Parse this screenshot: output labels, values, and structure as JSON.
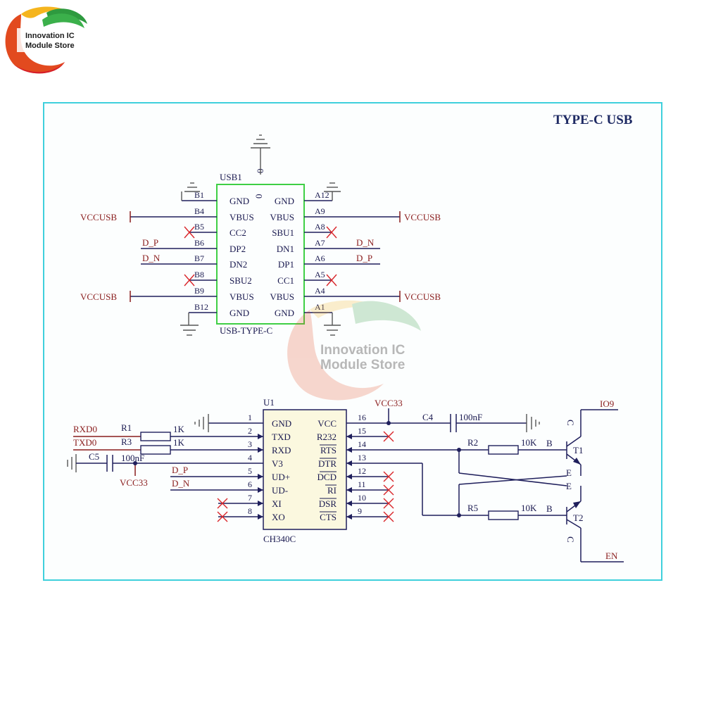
{
  "store": {
    "line1": "Innovation IC",
    "line2": "Module Store"
  },
  "title": "TYPE-C USB",
  "connector": {
    "ref": "USB1",
    "part": "USB-TYPE-C",
    "zero_a": "0",
    "zero_b": "0",
    "left_pins": [
      {
        "pin": "B1",
        "name": "GND"
      },
      {
        "pin": "B4",
        "name": "VBUS"
      },
      {
        "pin": "B5",
        "name": "CC2"
      },
      {
        "pin": "B6",
        "name": "DP2"
      },
      {
        "pin": "B7",
        "name": "DN2"
      },
      {
        "pin": "B8",
        "name": "SBU2"
      },
      {
        "pin": "B9",
        "name": "VBUS"
      },
      {
        "pin": "B12",
        "name": "GND"
      }
    ],
    "right_pins": [
      {
        "pin": "A12",
        "name": "GND"
      },
      {
        "pin": "A9",
        "name": "VBUS"
      },
      {
        "pin": "A8",
        "name": "SBU1"
      },
      {
        "pin": "A7",
        "name": "DN1"
      },
      {
        "pin": "A6",
        "name": "DP1"
      },
      {
        "pin": "A5",
        "name": "CC1"
      },
      {
        "pin": "A4",
        "name": "VBUS"
      },
      {
        "pin": "A1",
        "name": "GND"
      }
    ],
    "net_left_vbus": "VCCUSB",
    "net_right_vbus": "VCCUSB",
    "net_b6": "D_P",
    "net_b7": "D_N",
    "net_a7": "D_N",
    "net_a6": "D_P"
  },
  "ic": {
    "ref": "U1",
    "part": "CH340C",
    "left_pins": [
      {
        "num": "1",
        "name": "GND"
      },
      {
        "num": "2",
        "name": "TXD"
      },
      {
        "num": "3",
        "name": "RXD"
      },
      {
        "num": "4",
        "name": "V3"
      },
      {
        "num": "5",
        "name": "UD+"
      },
      {
        "num": "6",
        "name": "UD-"
      },
      {
        "num": "7",
        "name": "XI"
      },
      {
        "num": "8",
        "name": "XO"
      }
    ],
    "right_pins": [
      {
        "num": "16",
        "name": "VCC"
      },
      {
        "num": "15",
        "name": "R232"
      },
      {
        "num": "14",
        "name": "RTS"
      },
      {
        "num": "13",
        "name": "DTR"
      },
      {
        "num": "12",
        "name": "DCD"
      },
      {
        "num": "11",
        "name": "RI"
      },
      {
        "num": "10",
        "name": "DSR"
      },
      {
        "num": "9",
        "name": "CTS"
      }
    ],
    "overbar_pins": [
      "RTS",
      "DTR",
      "DCD",
      "RI",
      "DSR",
      "CTS"
    ]
  },
  "passives": {
    "r1": {
      "ref": "R1",
      "value": "1K",
      "net": "RXD0"
    },
    "r3": {
      "ref": "R3",
      "value": "1K",
      "net": "TXD0"
    },
    "c5": {
      "ref": "C5",
      "value": "100nF",
      "net": "VCC33"
    },
    "c4": {
      "ref": "C4",
      "value": "100nF"
    },
    "vcc_top": "VCC33",
    "ud_plus_net": "D_P",
    "ud_minus_net": "D_N",
    "r2": {
      "ref": "R2",
      "value": "10K"
    },
    "r5": {
      "ref": "R5",
      "value": "10K"
    }
  },
  "transistors": {
    "t1": {
      "ref": "T1",
      "b": "B",
      "c": "C",
      "e": "E",
      "net": "IO9"
    },
    "t2": {
      "ref": "T2",
      "b": "B",
      "c": "C",
      "e": "E",
      "net": "EN"
    }
  },
  "colors": {
    "frame": "#3fd0dc",
    "connector_box": "#3fcf45",
    "wire": "#1f1f5c",
    "net_label": "#8a1d1d",
    "noconnect": "#d9262b"
  }
}
